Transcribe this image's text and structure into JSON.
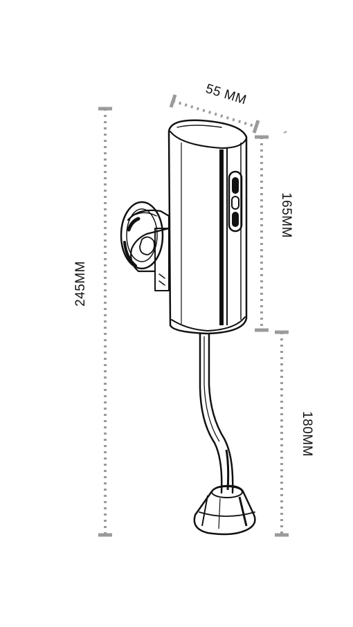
{
  "dimensions": {
    "width_label": "55 MM",
    "total_height_label": "245MM",
    "body_height_label": "165MM",
    "pipe_height_label": "180MM"
  },
  "colors": {
    "dimension_line": "#9b9b9b",
    "ink": "#111111",
    "background": "#ffffff"
  }
}
